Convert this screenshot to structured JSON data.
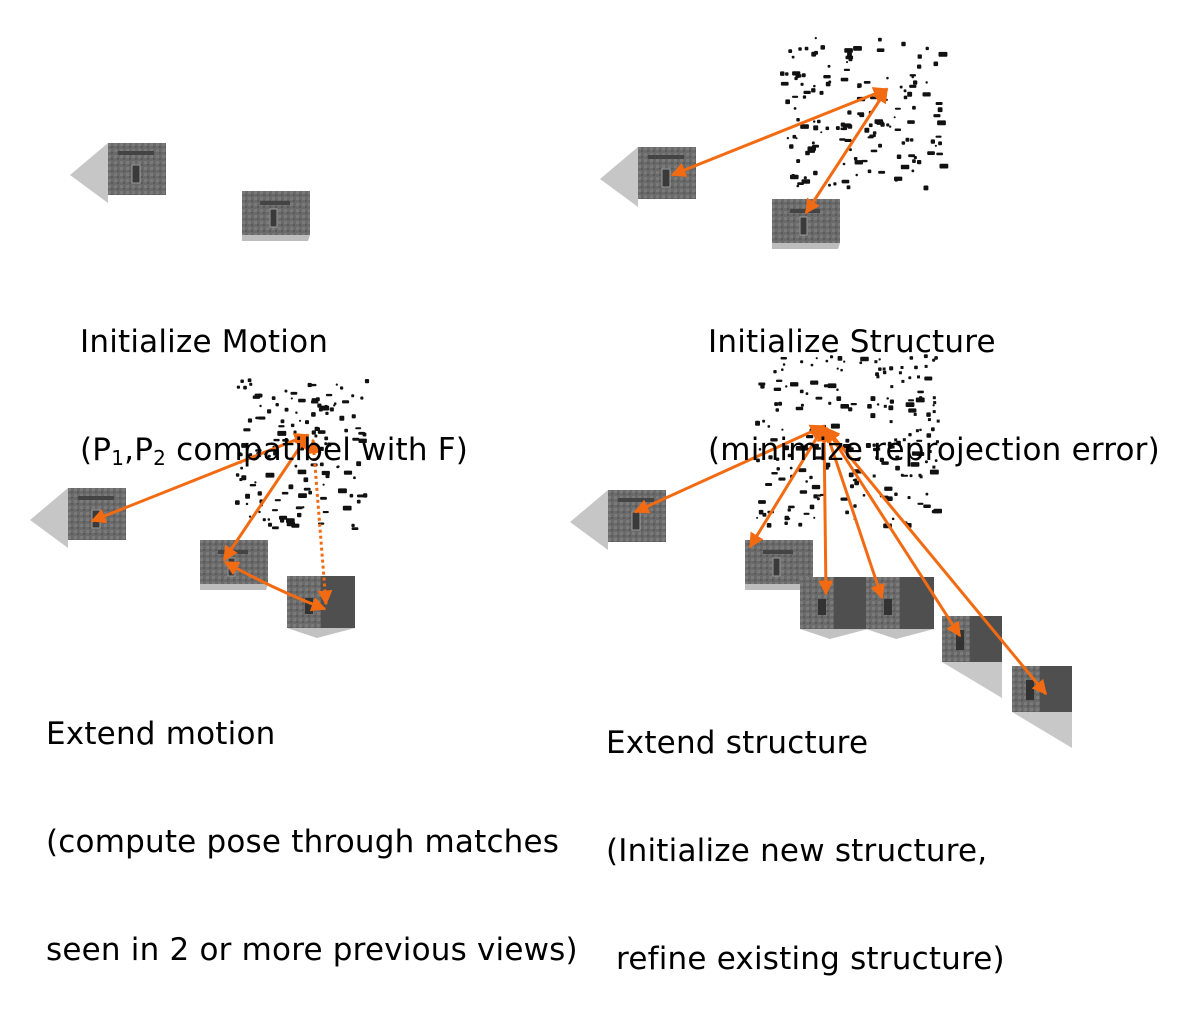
{
  "colors": {
    "arrow": "#f26b12",
    "point": "#111111",
    "camera_image": "#6f6f6f",
    "frustum": "#c4c4c4"
  },
  "panels": [
    {
      "id": "initialize-motion",
      "title": "Initialize Motion",
      "subtitle_prefix": "(P",
      "sub1": "1",
      "sep": ",P",
      "sub2": "2",
      "subtitle_suffix": " compatibel with F)",
      "cameras": 2,
      "arrows": []
    },
    {
      "id": "initialize-structure",
      "title": "Initialize Structure",
      "subtitle": "(minimize reprojection error)",
      "cameras": 2,
      "arrows": [
        "camera-1",
        "camera-2"
      ]
    },
    {
      "id": "extend-motion",
      "title": "Extend motion",
      "line2": "(compute pose through matches",
      "line3": "seen in 2 or more previous views)",
      "cameras": 3,
      "arrows": [
        "camera-1",
        "camera-2",
        "camera-2 to camera-3",
        "point to camera-3 (dotted)"
      ]
    },
    {
      "id": "extend-structure",
      "title": "Extend structure",
      "line2": "(Initialize new structure,",
      "line3": " refine existing structure)",
      "cameras": 6,
      "arrows": [
        "camera-1",
        "camera-2",
        "camera-3",
        "camera-4",
        "camera-5",
        "camera-6"
      ]
    }
  ]
}
